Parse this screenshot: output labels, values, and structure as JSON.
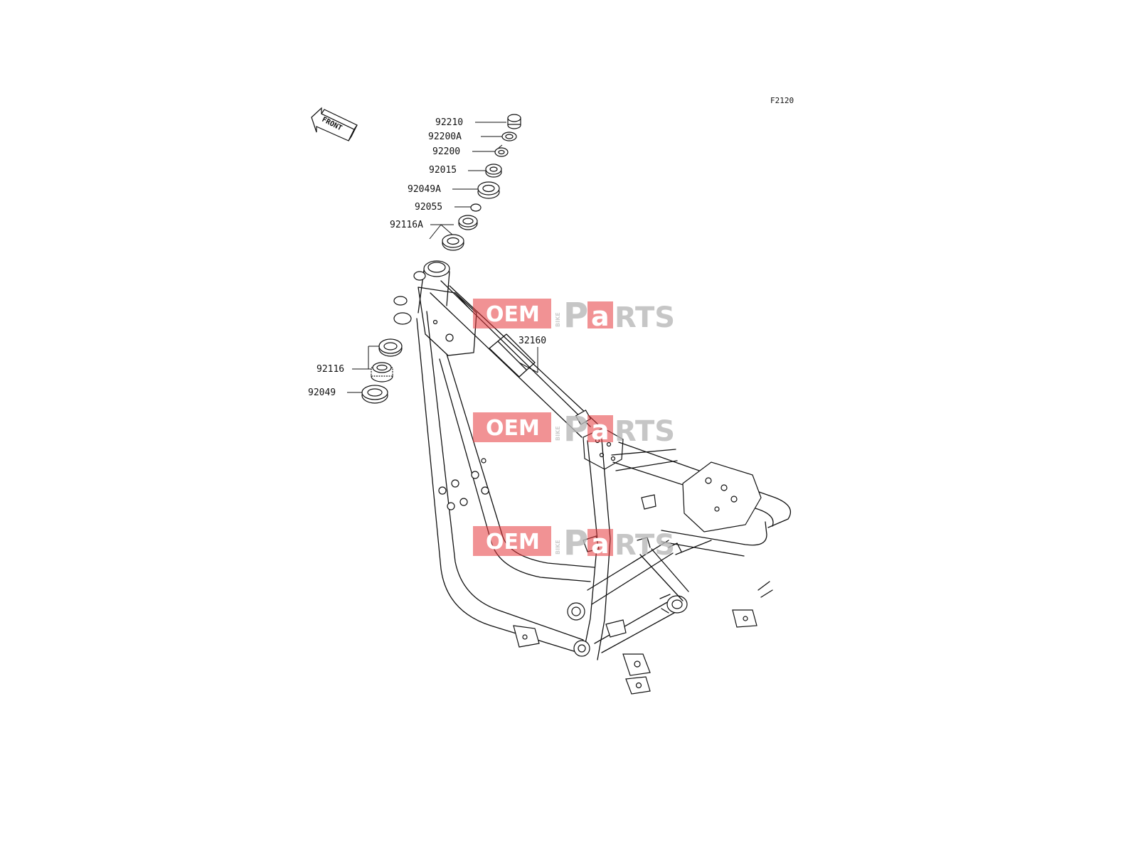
{
  "figure_code": "F2120",
  "front_arrow_label": "FRONT",
  "parts": [
    {
      "id": "92210",
      "label": "92210"
    },
    {
      "id": "92200A",
      "label": "92200A"
    },
    {
      "id": "92200",
      "label": "92200"
    },
    {
      "id": "92015",
      "label": "92015"
    },
    {
      "id": "92049A",
      "label": "92049A"
    },
    {
      "id": "92055",
      "label": "92055"
    },
    {
      "id": "92116A",
      "label": "92116A"
    },
    {
      "id": "32160",
      "label": "32160"
    },
    {
      "id": "92116",
      "label": "92116"
    },
    {
      "id": "92049",
      "label": "92049"
    }
  ],
  "watermark": {
    "brand_left": "OEM",
    "brand_small": "BIKE",
    "brand_right_p": "P",
    "brand_right_a": "a",
    "brand_right_rest": "RTS",
    "accent_color": "#e6393d",
    "grey_color": "#b9b9b9"
  }
}
